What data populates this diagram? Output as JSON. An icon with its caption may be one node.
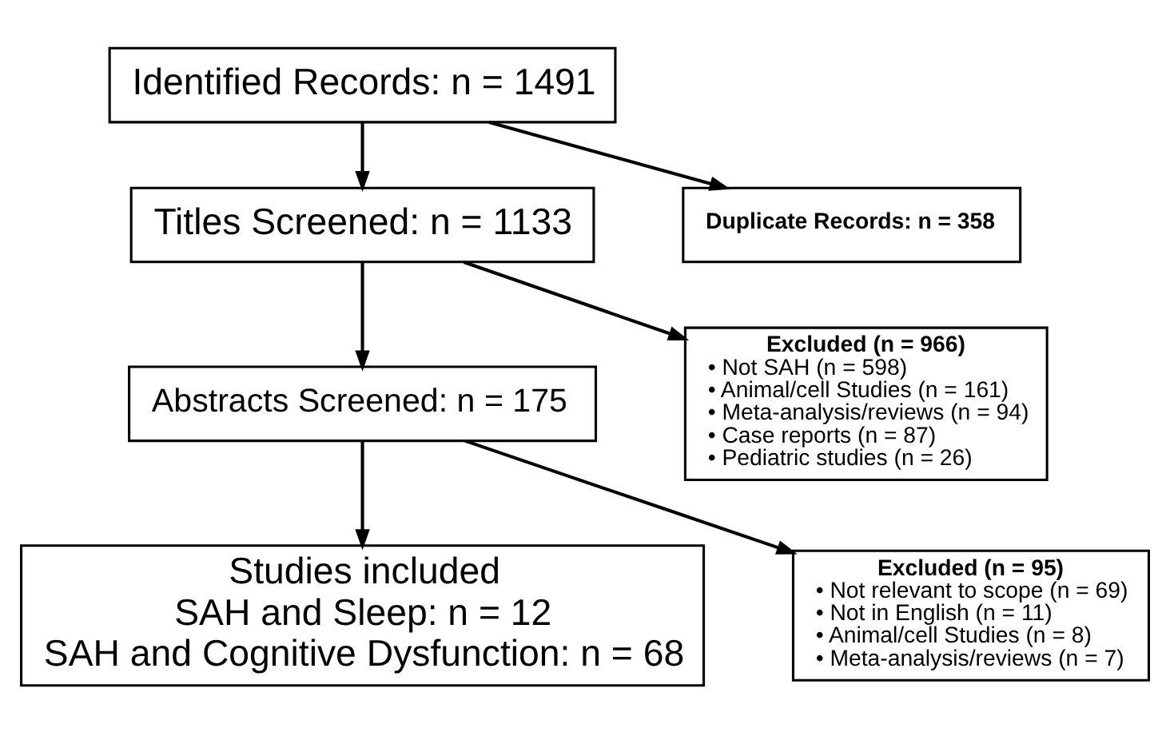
{
  "diagram": {
    "nodes": [
      {
        "text": [
          "Identified Records: n = 1491"
        ]
      },
      {
        "text": [
          "Duplicate Records: n = 358"
        ]
      },
      {
        "text": [
          "Titles Screened: n = 1133"
        ]
      },
      {
        "text": [
          "Excluded (n = 966)",
          "• Not SAH (n = 598)",
          "• Animal/cell Studies (n = 161)",
          "• Meta-analysis/reviews (n = 94)",
          "• Case reports (n = 87)",
          "• Pediatric studies (n = 26)"
        ]
      },
      {
        "text": [
          "Abstracts Screened: n = 175"
        ]
      },
      {
        "text": [
          "Excluded (n = 95)",
          "• Not relevant to scope (n = 69)",
          "• Not in English (n = 11)",
          "• Animal/cell Studies (n = 8)",
          "• Meta-analysis/reviews (n = 7)"
        ]
      },
      {
        "text": [
          "Studies included",
          "SAH and Sleep: n = 12",
          "SAH and Cognitive Dysfunction: n = 68"
        ]
      }
    ],
    "edges": [
      {
        "from": 0,
        "to": 2,
        "arrow": "to"
      },
      {
        "from": 0,
        "to": 1,
        "arrow": "to"
      },
      {
        "from": 2,
        "to": 4,
        "arrow": "to"
      },
      {
        "from": 2,
        "to": 3,
        "arrow": "to"
      },
      {
        "from": 4,
        "to": 6,
        "arrow": "to"
      },
      {
        "from": 4,
        "to": 5,
        "arrow": "to"
      }
    ]
  }
}
